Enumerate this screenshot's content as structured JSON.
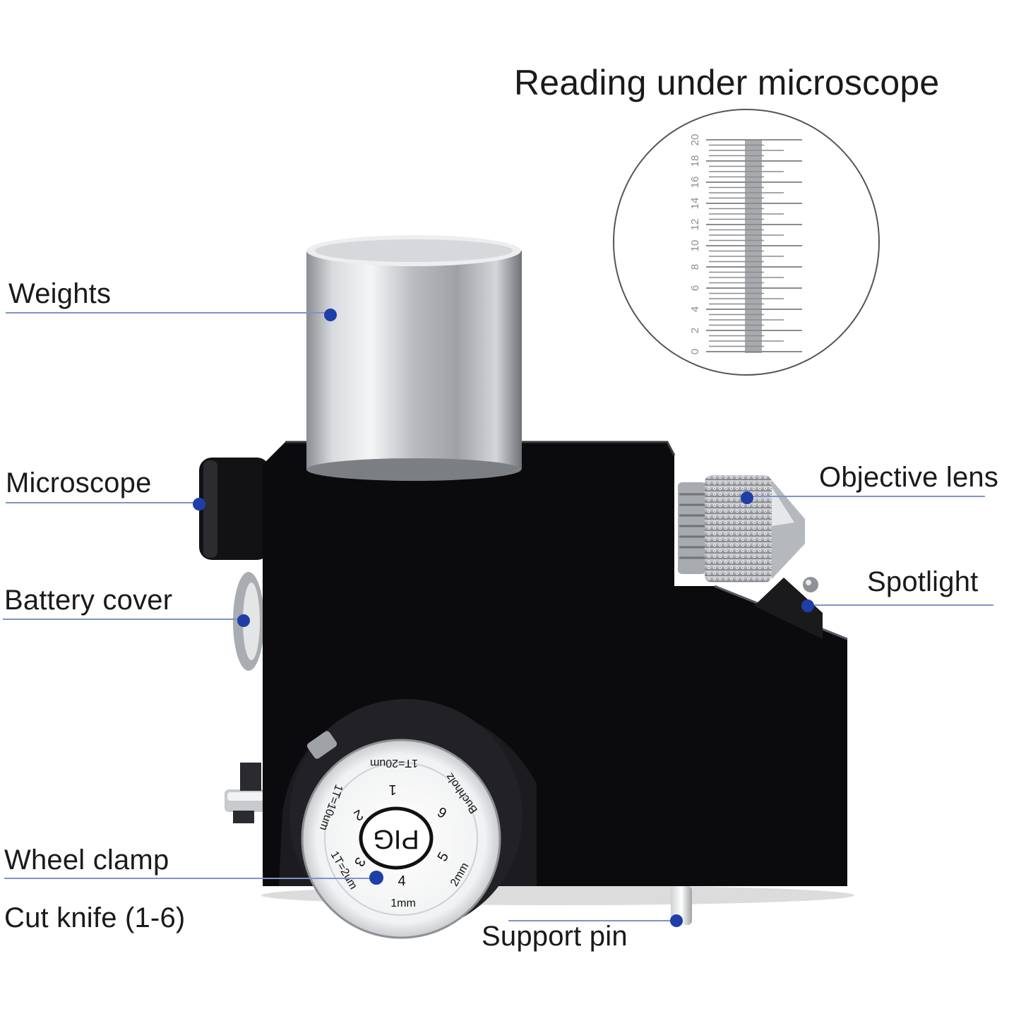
{
  "title": "Reading under microscope",
  "colors": {
    "accent_dot": "#1f3fa8",
    "leader_line": "#7f93c7",
    "body": "#0b0b0d",
    "weight": "#b9bcc0"
  },
  "callouts": {
    "weights": "Weights",
    "microscope": "Microscope",
    "battery_cover": "Battery cover",
    "wheel_clamp": "Wheel clamp",
    "cut_knife": "Cut knife (1-6)",
    "objective_lens": "Objective lens",
    "spotlight": "Spotlight",
    "support_pin": "Support pin"
  },
  "reticle": {
    "scale_labels": [
      "0",
      "2",
      "4",
      "6",
      "8",
      "10",
      "12",
      "14",
      "16",
      "18",
      "20"
    ]
  },
  "wheel": {
    "center_text": "PIG",
    "numbers": [
      "1",
      "2",
      "3",
      "4",
      "5",
      "6"
    ],
    "ring_texts": {
      "top": "1T=20um",
      "top_right": "Buchholz",
      "left": "1T=10um",
      "bottom_left": "1T=2um",
      "bottom": "1mm",
      "bottom_right": "2mm"
    }
  }
}
